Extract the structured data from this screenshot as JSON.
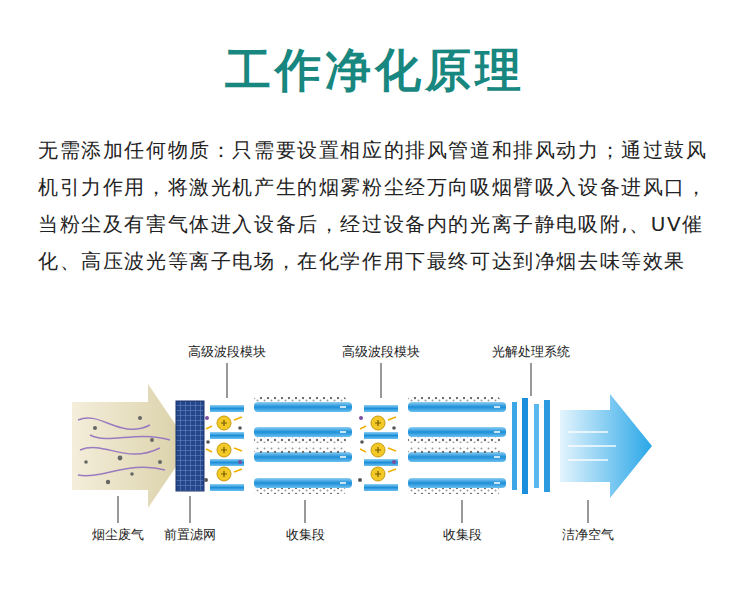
{
  "diagram": {
    "title": "工作净化原理",
    "labels": [
      "无需添加任何物质：只需要设置相应的排风管道和排风动力；通过鼓风机引力作用，将激光机产生的烟雾粉尘经万向吸烟臂吸入设备进风口，当粉尘及有害气体进入设备后，经过设备内的光离子静电吸附,、UV催化、高压波光等离子电场，在化学作用下最终可达到净烟去味等效果",
      "高级波段模块",
      "高级波段模块",
      "光解处理系统",
      "烟尘废气",
      "前置滤网",
      "收集段",
      "收集段",
      "洁净空气"
    ]
  }
}
